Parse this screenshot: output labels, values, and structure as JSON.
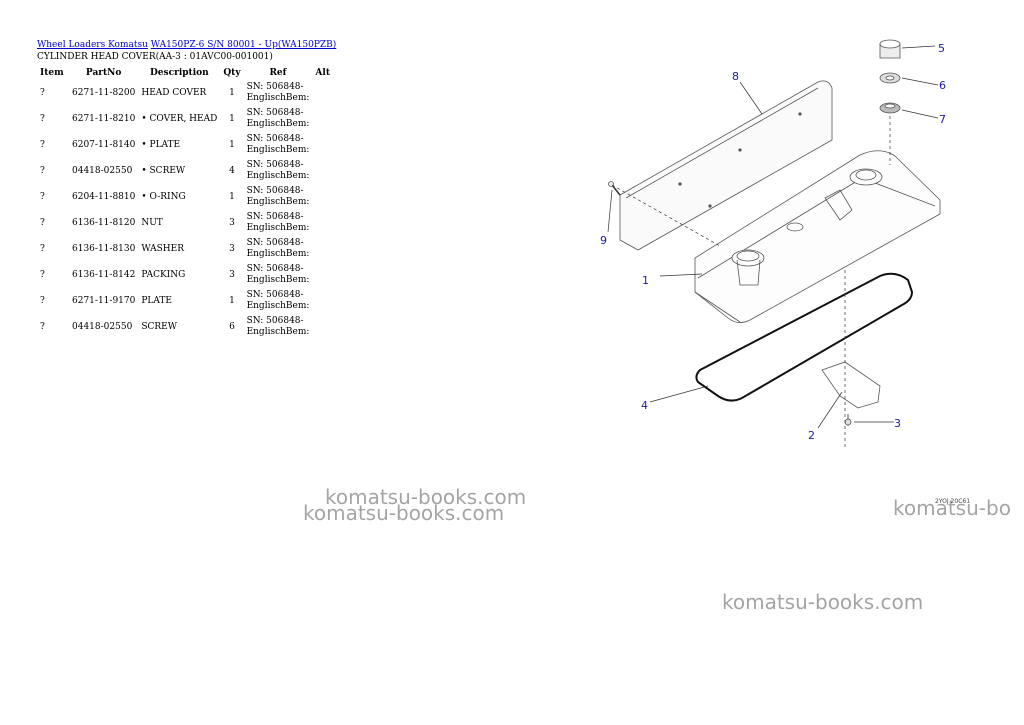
{
  "breadcrumb": {
    "link1": "Wheel Loaders Komatsu",
    "link2": "WA150PZ-6 S/N 80001 - Up(WA150PZB)"
  },
  "subtitle": "CYLINDER HEAD COVER(AA-3 : 01AVC00-001001)",
  "table": {
    "headers": [
      "Item",
      "PartNo",
      "Description",
      "Qty",
      "Ref",
      "Alt"
    ],
    "rows": [
      {
        "item": "?",
        "partno": "6271-11-8200",
        "desc": "HEAD COVER",
        "qty": "1",
        "ref1": "SN: 506848-",
        "ref2": "EnglischBem:"
      },
      {
        "item": "?",
        "partno": "6271-11-8210",
        "desc": "• COVER, HEAD",
        "qty": "1",
        "ref1": "SN: 506848-",
        "ref2": "EnglischBem:"
      },
      {
        "item": "?",
        "partno": "6207-11-8140",
        "desc": "• PLATE",
        "qty": "1",
        "ref1": "SN: 506848-",
        "ref2": "EnglischBem:"
      },
      {
        "item": "?",
        "partno": "04418-02550",
        "desc": " • SCREW",
        "qty": "4",
        "ref1": "SN: 506848-",
        "ref2": "EnglischBem:"
      },
      {
        "item": "?",
        "partno": "6204-11-8810",
        "desc": "• O-RING",
        "qty": "1",
        "ref1": "SN: 506848-",
        "ref2": "EnglischBem:"
      },
      {
        "item": "?",
        "partno": "6136-11-8120",
        "desc": "NUT",
        "qty": "3",
        "ref1": "SN: 506848-",
        "ref2": "EnglischBem:"
      },
      {
        "item": "?",
        "partno": "6136-11-8130",
        "desc": "WASHER",
        "qty": "3",
        "ref1": "SN: 506848-",
        "ref2": "EnglischBem:"
      },
      {
        "item": "?",
        "partno": "6136-11-8142",
        "desc": "PACKING",
        "qty": "3",
        "ref1": "SN: 506848-",
        "ref2": "EnglischBem:"
      },
      {
        "item": "?",
        "partno": "6271-11-9170",
        "desc": "PLATE",
        "qty": "1",
        "ref1": "SN: 506848-",
        "ref2": "EnglischBem:"
      },
      {
        "item": "?",
        "partno": "04418-02550",
        "desc": " SCREW",
        "qty": "6",
        "ref1": "SN: 506848-",
        "ref2": "EnglischBem:"
      }
    ]
  },
  "diagram": {
    "callouts": [
      "1",
      "2",
      "3",
      "4",
      "5",
      "6",
      "7",
      "8",
      "9"
    ],
    "code": "2YOJ 20C61",
    "callout_color": "#1a1aa0"
  },
  "watermarks": [
    "komatsu-books.com",
    "komatsu-books.com",
    "komatsu-bo",
    "komatsu-books.com"
  ]
}
